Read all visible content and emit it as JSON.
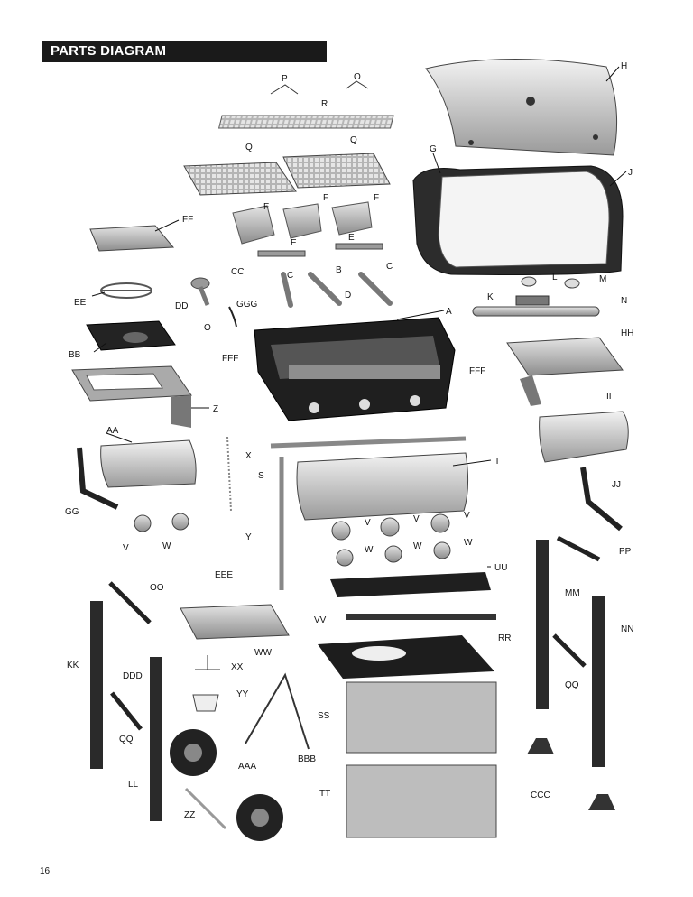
{
  "page": {
    "title": "PARTS DIAGRAM",
    "page_number": "16"
  },
  "labels": [
    "H",
    "P",
    "O",
    "R",
    "Q",
    "Q",
    "G",
    "J",
    "FF",
    "F",
    "F",
    "F",
    "E",
    "E",
    "CC",
    "C",
    "B",
    "C",
    "EE",
    "DD",
    "GGG",
    "D",
    "L",
    "M",
    "K",
    "N",
    "A",
    "O",
    "BB",
    "FFF",
    "HH",
    "FFF",
    "Z",
    "II",
    "AA",
    "X",
    "T",
    "S",
    "JJ",
    "GG",
    "V",
    "W",
    "V",
    "V",
    "V",
    "W",
    "W",
    "W",
    "Y",
    "PP",
    "EEE",
    "UU",
    "MM",
    "OO",
    "VV",
    "RR",
    "NN",
    "WW",
    "KK",
    "XX",
    "DDD",
    "YY",
    "QQ",
    "SS",
    "BBB",
    "AAA",
    "QQ",
    "LL",
    "TT",
    "CCC",
    "ZZ"
  ],
  "colors": {
    "ink": "#111111",
    "header": "#1a1a1a",
    "metal": "#c8c8c8",
    "dark": "#2a2a2a"
  }
}
